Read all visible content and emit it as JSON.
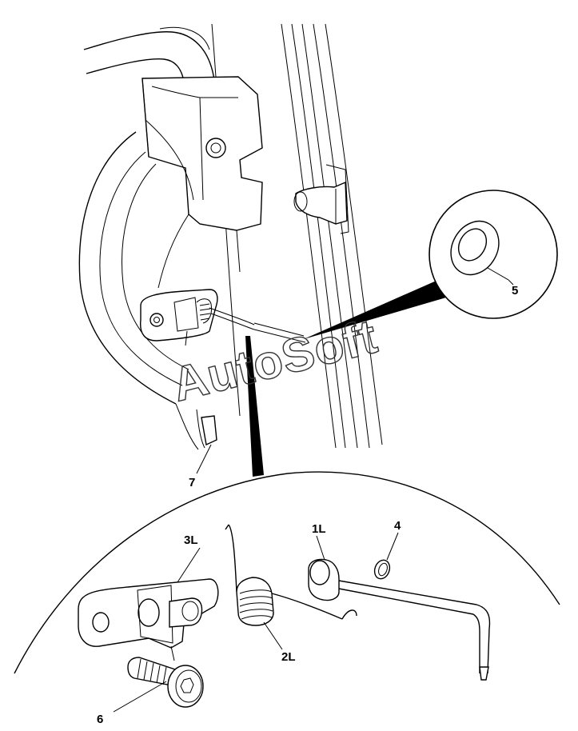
{
  "callouts": {
    "c1L": "1L",
    "c2L": "2L",
    "c3L": "3L",
    "c4": "4",
    "c5": "5",
    "c6": "6",
    "c7": "7"
  },
  "watermark": "AutoSoft",
  "colors": {
    "line": "#000000",
    "background": "#ffffff",
    "watermark_stroke": "#333333"
  }
}
